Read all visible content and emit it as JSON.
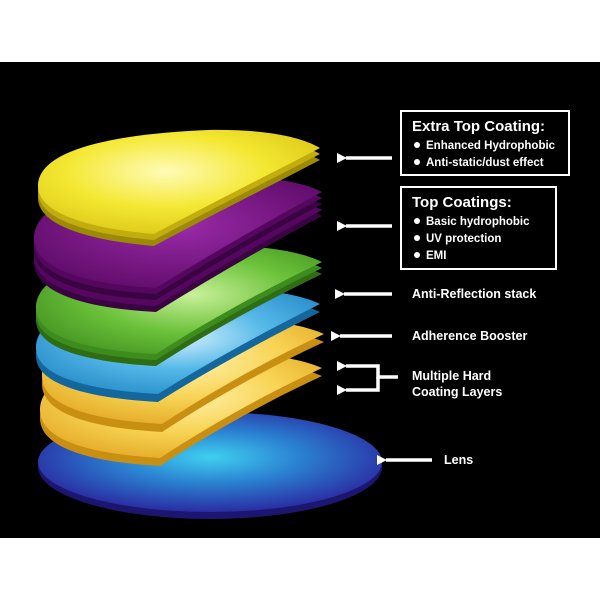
{
  "colors": {
    "background": "#000000",
    "text": "#ffffff",
    "yellow_layer": "#f2e61d",
    "purple_layer": "#6a0b7a",
    "green_layer": "#5cb82b",
    "blue_layer": "#4aa8d8",
    "gold_layer": "#f5c842",
    "lens": "#2a2fb0"
  },
  "layers": [
    {
      "name": "Extra Top Coating",
      "color": "yellow",
      "sheets": 3
    },
    {
      "name": "Top Coatings",
      "color": "purple",
      "sheets": 5
    },
    {
      "name": "Anti-Reflection stack",
      "color": "green",
      "sheets": 3
    },
    {
      "name": "Adherence Booster",
      "color": "blue",
      "sheets": 1
    },
    {
      "name": "Multiple Hard Coating Layers",
      "color": "gold",
      "sheets": 2
    },
    {
      "name": "Lens",
      "color": "lens",
      "sheets": 1
    }
  ],
  "labels": {
    "extra_top": {
      "title": "Extra Top Coating:",
      "items": [
        "Enhanced Hydrophobic",
        "Anti-static/dust effect"
      ]
    },
    "top": {
      "title": "Top Coatings:",
      "items": [
        "Basic hydrophobic",
        "UV protection",
        "EMI"
      ]
    },
    "anti_reflection": "Anti-Reflection stack",
    "adherence": "Adherence Booster",
    "hard_coating_line1": "Multiple Hard",
    "hard_coating_line2": "Coating Layers",
    "lens": "Lens"
  },
  "icons": [
    "arrow-left-icon",
    "bullet-icon"
  ]
}
